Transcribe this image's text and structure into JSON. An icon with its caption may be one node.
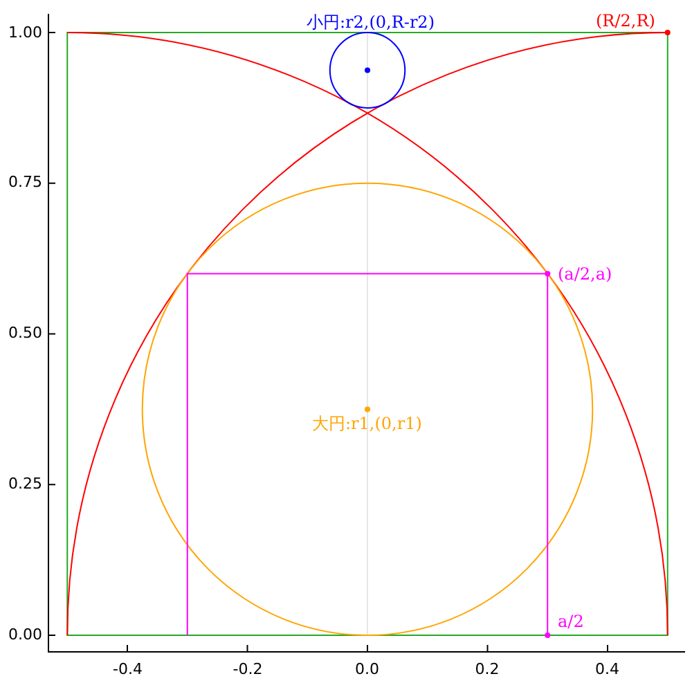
{
  "diagram": {
    "labels": [
      "小円:r2,(0,R-r2)",
      "(R/2,R)",
      "1.00",
      "0.75",
      "(a/2,a)",
      "0.50",
      "大円:r1,(0,r1)",
      "0.25",
      "a/2",
      "0.00",
      "-0.4",
      "-0.2",
      "0.0",
      "0.2",
      "0.4"
    ]
  }
}
